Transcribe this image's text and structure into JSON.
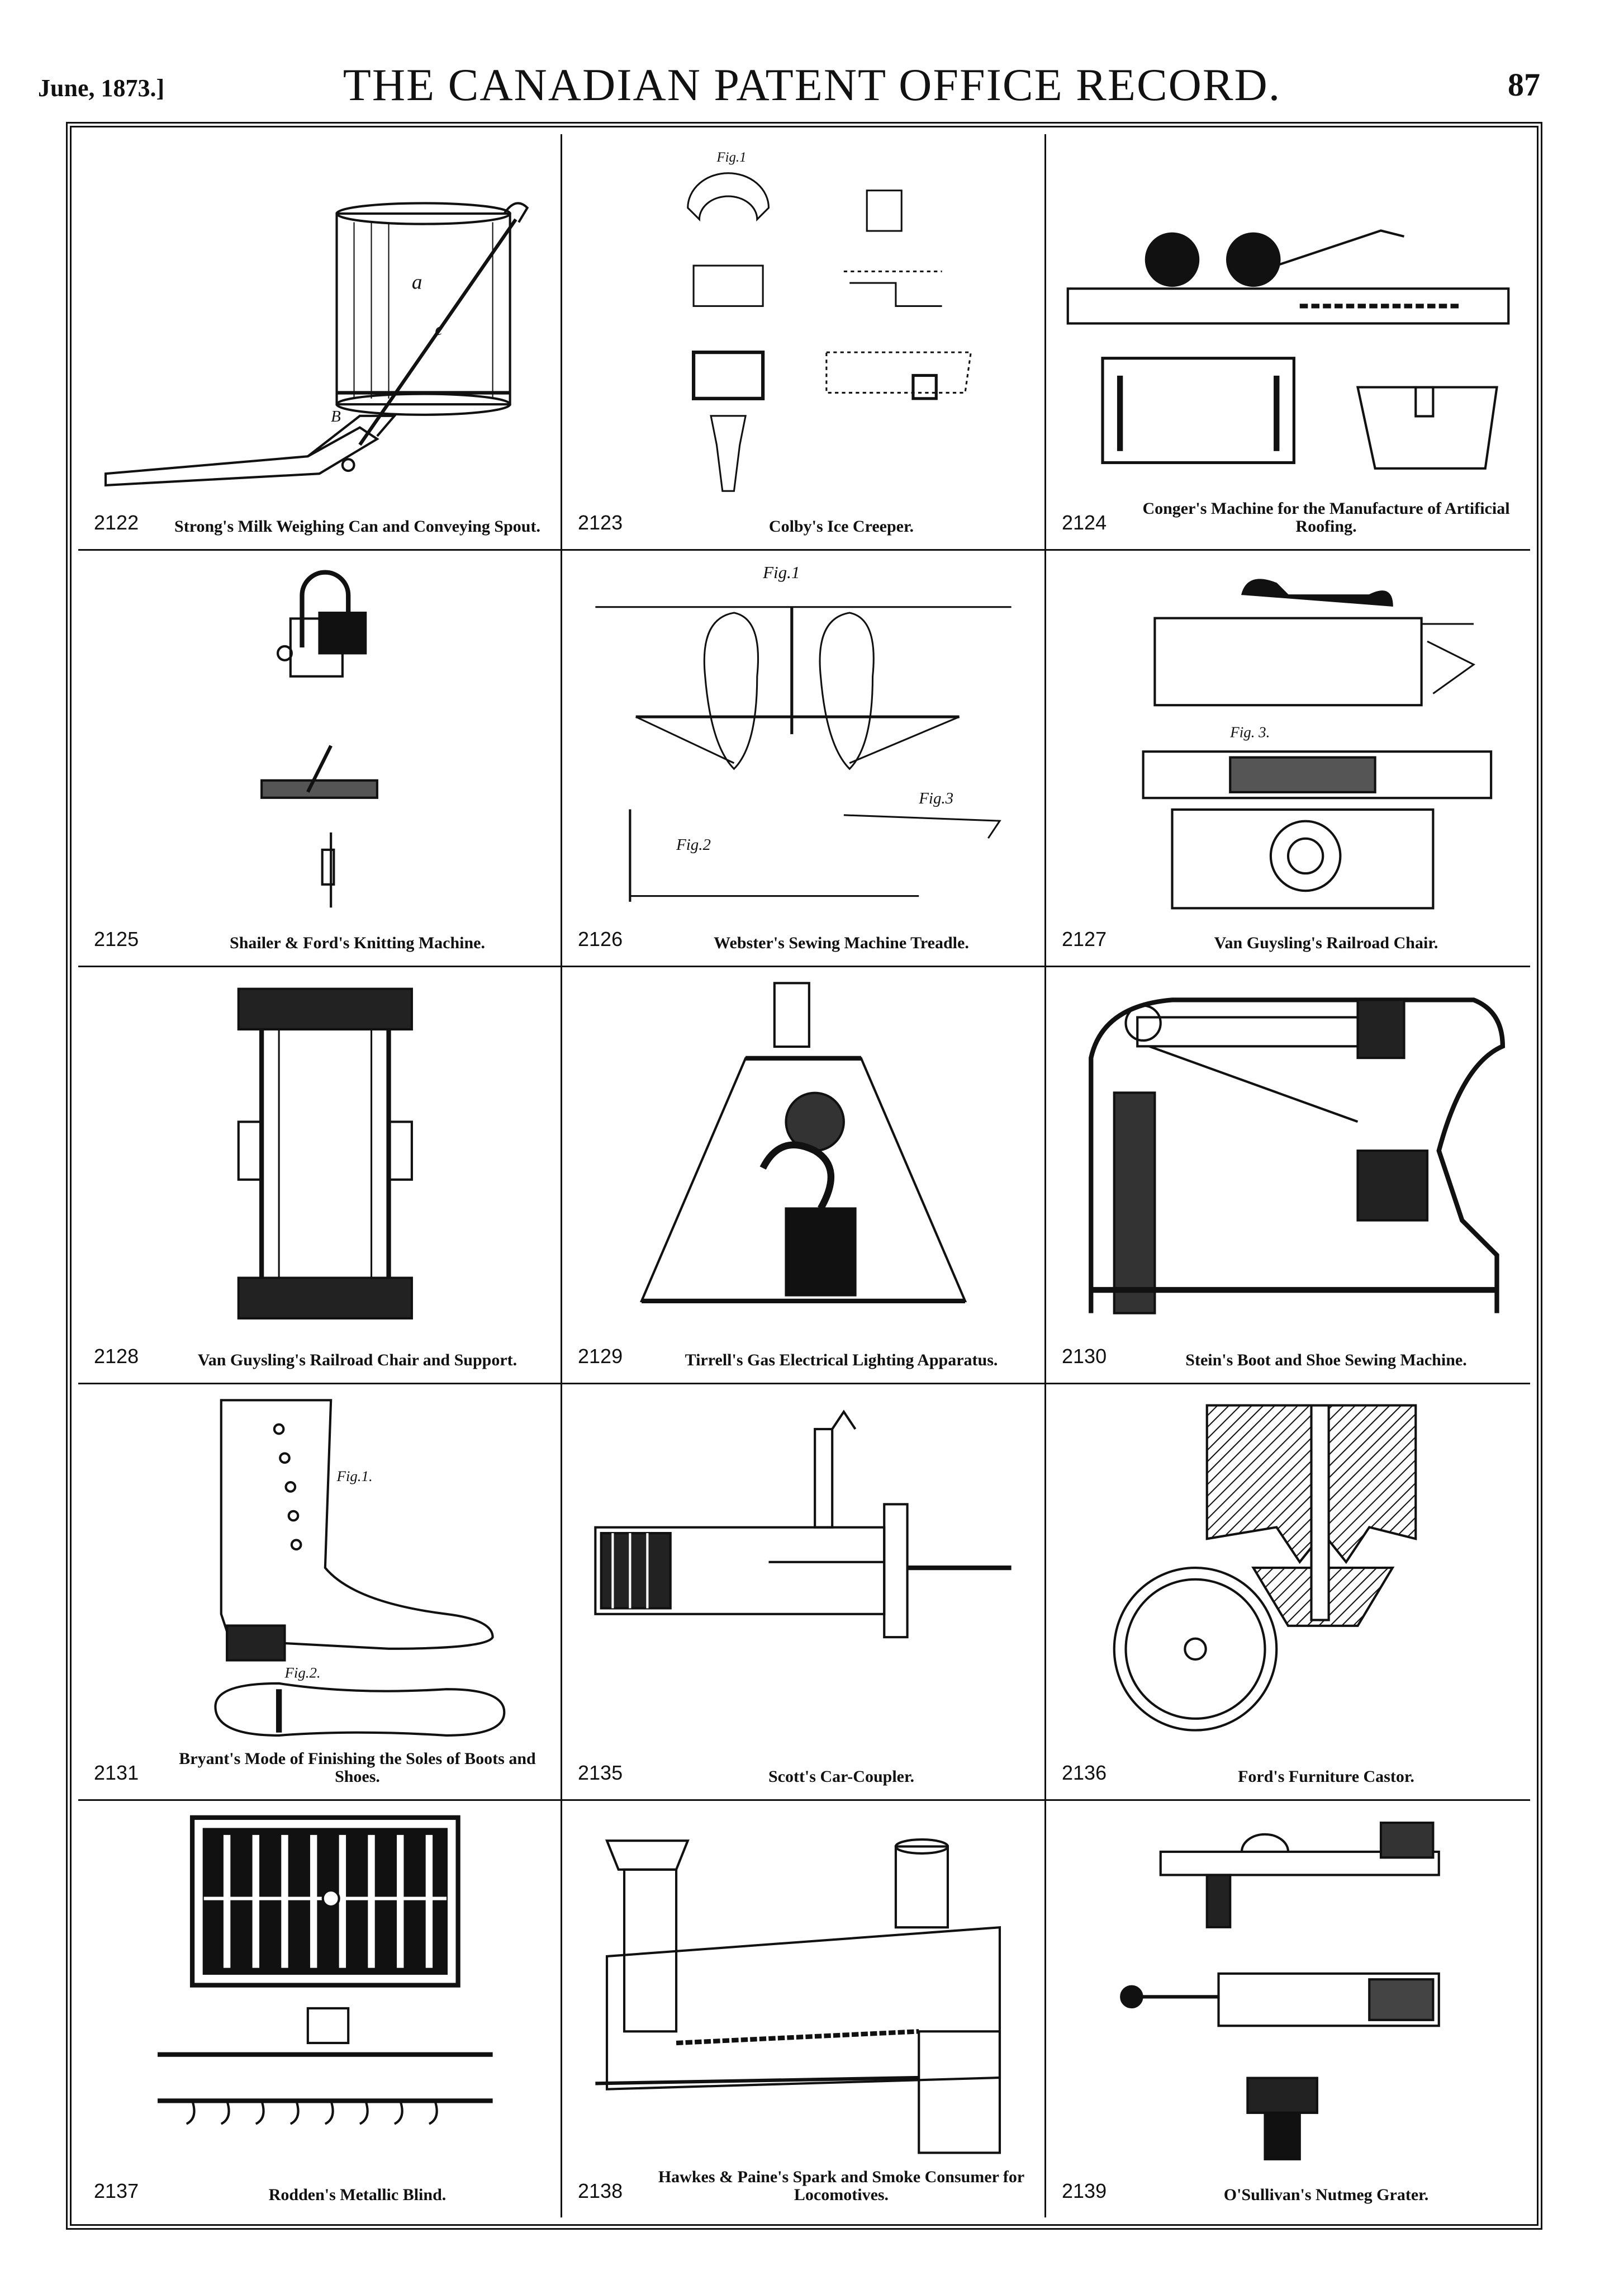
{
  "header": {
    "date": "June, 1873.]",
    "title": "THE CANADIAN PATENT OFFICE RECORD.",
    "page_number": "87"
  },
  "patents": [
    {
      "number": "2122",
      "title": "Strong's Milk Weighing Can and Conveying Spout."
    },
    {
      "number": "2123",
      "title": "Colby's Ice Creeper."
    },
    {
      "number": "2124",
      "title": "Conger's Machine for the Manufacture of Artificial Roofing."
    },
    {
      "number": "2125",
      "title": "Shailer & Ford's Knitting Machine."
    },
    {
      "number": "2126",
      "title": "Webster's Sewing Machine Treadle."
    },
    {
      "number": "2127",
      "title": "Van Guysling's Railroad Chair."
    },
    {
      "number": "2128",
      "title": "Van Guysling's Railroad Chair and Support."
    },
    {
      "number": "2129",
      "title": "Tirrell's Gas Electrical Lighting Apparatus."
    },
    {
      "number": "2130",
      "title": "Stein's Boot and Shoe Sewing Machine."
    },
    {
      "number": "2131",
      "title": "Bryant's Mode of Finishing the Soles of Boots and Shoes."
    },
    {
      "number": "2135",
      "title": "Scott's Car-Coupler."
    },
    {
      "number": "2136",
      "title": "Ford's Furniture Castor."
    },
    {
      "number": "2137",
      "title": "Rodden's Metallic Blind."
    },
    {
      "number": "2138",
      "title": "Hawkes & Paine's Spark and Smoke Consumer for Locomotives."
    },
    {
      "number": "2139",
      "title": "O'Sullivan's Nutmeg Grater."
    }
  ],
  "figure_labels": {
    "fig1": "Fig.1",
    "fig2": "Fig.2",
    "fig3": "Fig.3",
    "fig_dot1": "Fig.1.",
    "fig_dot2": "Fig.2.",
    "fig_dot3": "Fig. 3."
  }
}
